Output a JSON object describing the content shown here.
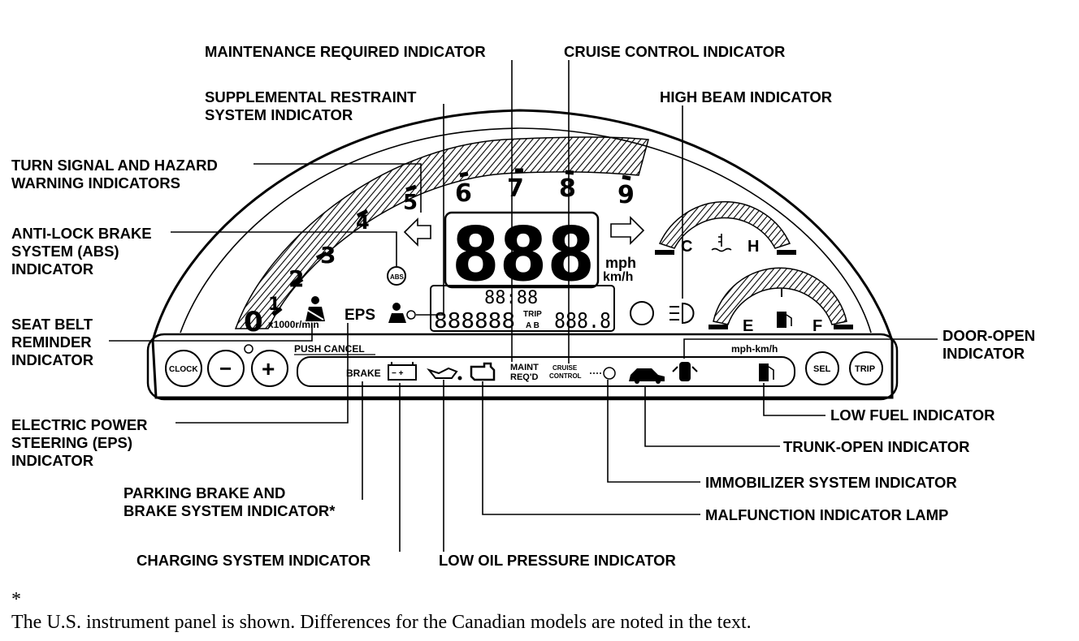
{
  "labels": {
    "maintenance": "MAINTENANCE REQUIRED INDICATOR",
    "cruise": "CRUISE CONTROL INDICATOR",
    "srs_line1": "SUPPLEMENTAL RESTRAINT",
    "srs_line2": "SYSTEM INDICATOR",
    "high_beam": "HIGH BEAM INDICATOR",
    "turn_line1": "TURN SIGNAL AND HAZARD",
    "turn_line2": "WARNING INDICATORS",
    "abs_line1": "ANTI-LOCK BRAKE",
    "abs_line2": "SYSTEM (ABS)",
    "abs_line3": "INDICATOR",
    "seatbelt_line1": "SEAT BELT",
    "seatbelt_line2": "REMINDER",
    "seatbelt_line3": "INDICATOR",
    "door_line1": "DOOR-OPEN",
    "door_line2": "INDICATOR",
    "eps_line1": "ELECTRIC POWER",
    "eps_line2": "STEERING (EPS)",
    "eps_line3": "INDICATOR",
    "low_fuel": "LOW FUEL INDICATOR",
    "trunk": "TRUNK-OPEN INDICATOR",
    "immobilizer": "IMMOBILIZER SYSTEM INDICATOR",
    "parking_line1": "PARKING BRAKE AND",
    "parking_line2": "BRAKE SYSTEM INDICATOR*",
    "malfunction": "MALFUNCTION INDICATOR LAMP",
    "charging": "CHARGING SYSTEM INDICATOR",
    "oil": "LOW OIL PRESSURE INDICATOR"
  },
  "panel": {
    "tach_numbers": [
      "1",
      "2",
      "3",
      "4",
      "5",
      "6",
      "7",
      "8",
      "9"
    ],
    "tach_zero": "0",
    "tach_unit": "x1000r/min",
    "speed_digits": "888",
    "speed_unit_mph": "mph",
    "speed_unit_kmh": "km/h",
    "clock_display": "88:88",
    "odometer": "888888",
    "trip_label": "TRIP",
    "trip_ab": "A B",
    "trip_value": "888.8",
    "eps": "EPS",
    "abs": "ABS",
    "push_cancel": "PUSH CANCEL",
    "brake": "BRAKE",
    "maint_line1": "MAINT",
    "maint_line2": "REQ'D",
    "cruise_line1": "CRUISE",
    "cruise_line2": "CONTROL",
    "temp_c": "C",
    "temp_h": "H",
    "fuel_e": "E",
    "fuel_f": "F",
    "units_switch": "mph-km/h",
    "btn_clock": "CLOCK",
    "btn_minus": "−",
    "btn_plus": "+",
    "btn_sel": "SEL",
    "btn_trip": "TRIP"
  },
  "footnote": {
    "mark": "*",
    "text": "The U.S. instrument panel is shown. Differences for the Canadian models are noted in the text."
  }
}
